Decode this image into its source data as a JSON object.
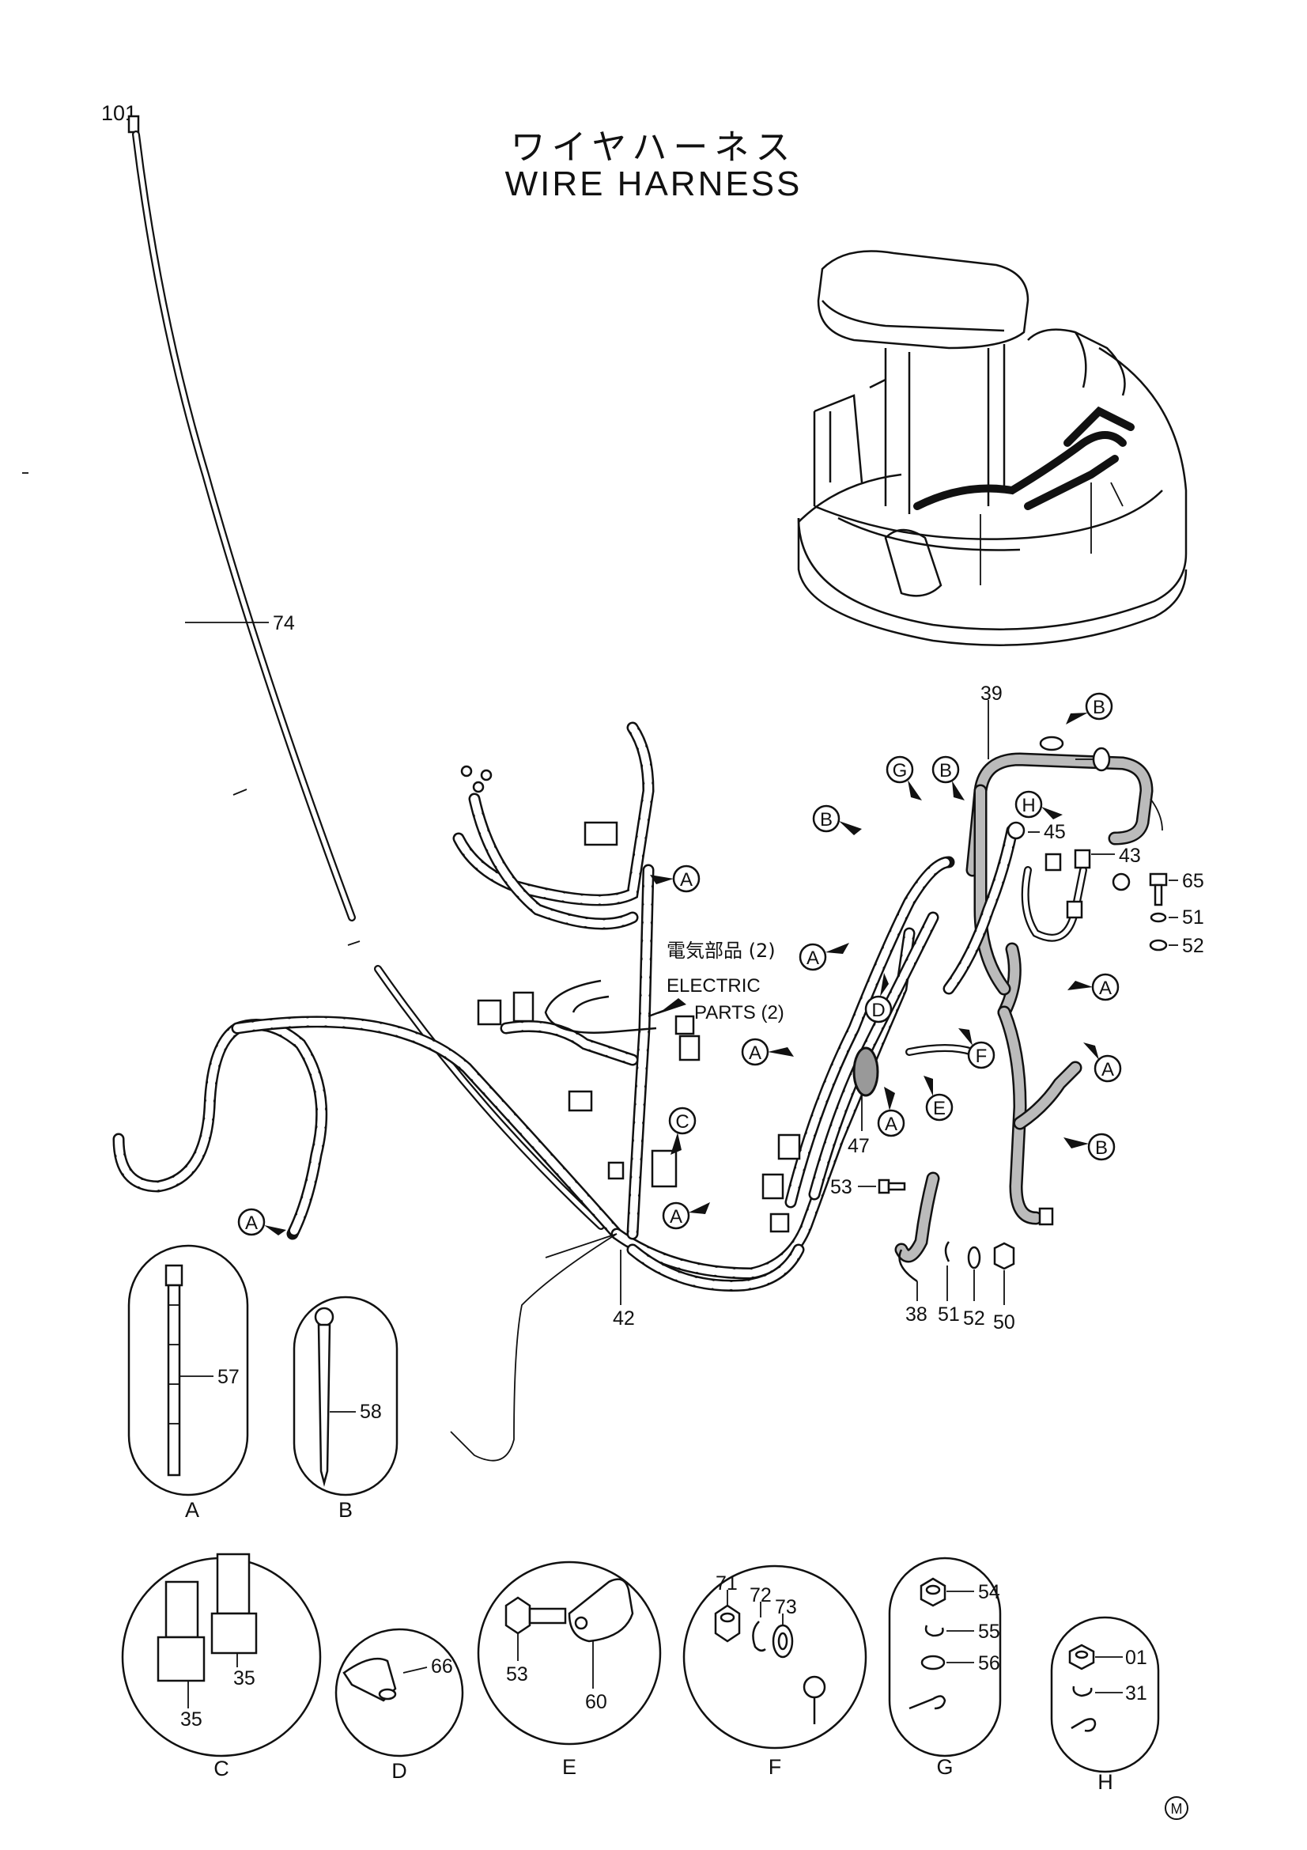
{
  "page_number": "101",
  "title_ja": "ワイヤハーネス",
  "title_en": "WIRE HARNESS",
  "cross_ref": {
    "ja": "電気部品 (2)",
    "en_line1": "ELECTRIC",
    "en_line2": "PARTS (2)"
  },
  "callouts": {
    "c74": "74",
    "c39": "39",
    "c45": "45",
    "c43": "43",
    "c65": "65",
    "c51a": "51",
    "c52a": "52",
    "c47": "47",
    "c53": "53",
    "c38": "38",
    "c51b": "51",
    "c52b": "52",
    "c50": "50",
    "c42": "42",
    "c57": "57",
    "c58": "58",
    "c35a": "35",
    "c35b": "35",
    "c66": "66",
    "c53b": "53",
    "c60": "60",
    "c71": "71",
    "c72": "72",
    "c73": "73",
    "c54": "54",
    "c55": "55",
    "c56": "56",
    "c01": "01",
    "c31": "31"
  },
  "refs": {
    "A": "A",
    "B": "B",
    "C": "C",
    "D": "D",
    "E": "E",
    "F": "F",
    "G": "G",
    "H": "H"
  },
  "detail_captions": [
    "A",
    "B",
    "C",
    "D",
    "E",
    "F",
    "G",
    "H"
  ],
  "mark": "M"
}
